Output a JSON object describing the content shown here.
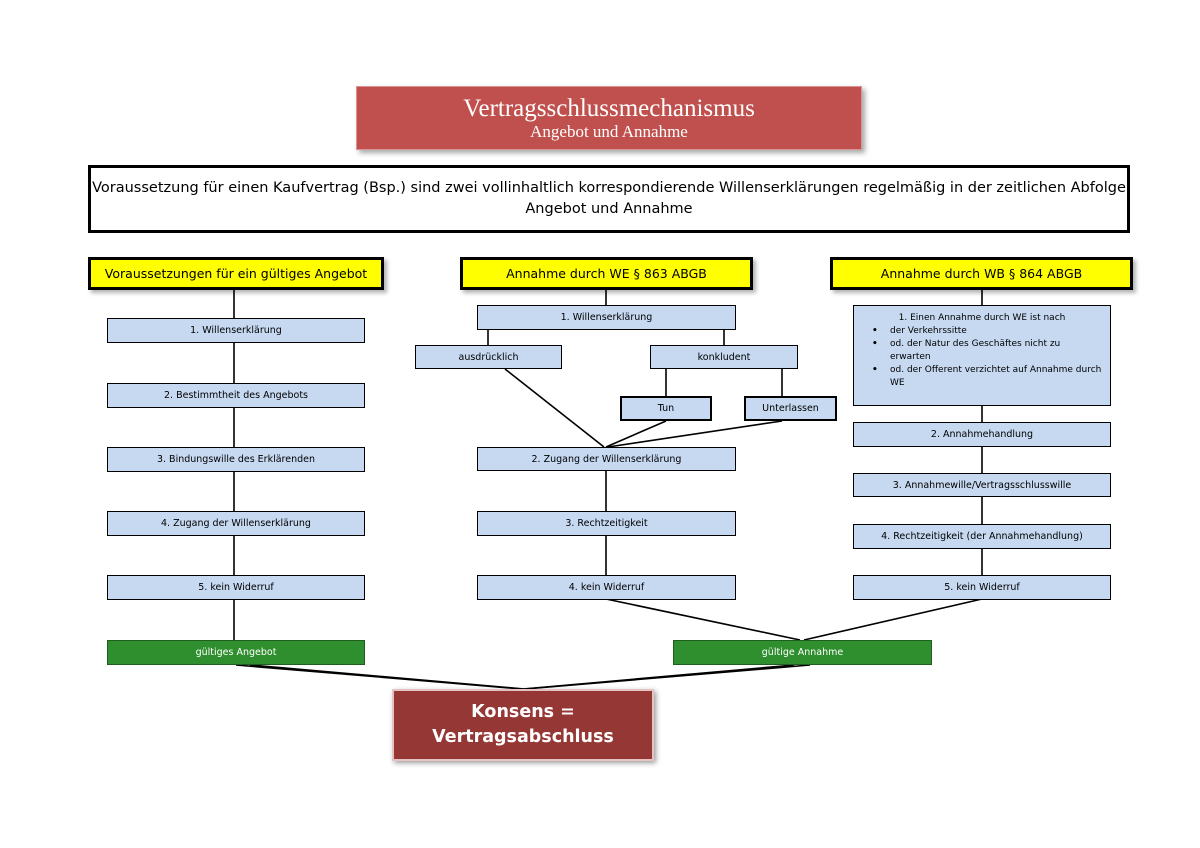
{
  "title": {
    "main": "Vertragsschlussmechanismus",
    "sub": "Angebot und Annahme"
  },
  "intro": {
    "line1": "Voraussetzung für einen Kaufvertrag (Bsp.) sind zwei vollinhaltlich korrespondierende Willenserklärungen regelmäßig in der zeitlichen Abfolge",
    "line2": "Angebot und Annahme"
  },
  "columns": {
    "left": {
      "header": "Voraussetzungen für ein gültiges Angebot",
      "items": [
        "1. Willenserklärung",
        "2. Bestimmtheit des Angebots",
        "3. Bindungswille des Erklärenden",
        "4. Zugang der Willenserklärung",
        "5. kein Widerruf"
      ],
      "result": "gültiges Angebot"
    },
    "middle": {
      "header": "Annahme durch WE § 863 ABGB",
      "item1": "1. Willenserklärung",
      "explicit": "ausdrücklich",
      "implied": "konkludent",
      "act": "Tun",
      "omission": "Unterlassen",
      "item2": "2. Zugang der Willenserklärung",
      "item3": "3. Rechtzeitigkeit",
      "item4": "4. kein Widerruf",
      "result": "gültige Annahme"
    },
    "right": {
      "header": "Annahme durch WB § 864 ABGB",
      "item1": {
        "head": "1. Einen Annahme durch WE ist nach",
        "bullets": [
          "der Verkehrssitte",
          "od. der Natur des Geschäftes nicht zu erwarten",
          "od. der Offerent verzichtet auf Annahme durch WE"
        ]
      },
      "items": [
        "2. Annahmehandlung",
        "3. Annahmewille/Vertragsschlusswille",
        "4. Rechtzeitigkeit (der Annahmehandlung)",
        "5. kein Widerruf"
      ]
    }
  },
  "consensus": {
    "line1": "Konsens =",
    "line2": "Vertragsabschluss"
  },
  "colors": {
    "title": "#c0504d",
    "header": "#ffff00",
    "step": "#c6d9f1",
    "result": "#2f8f2f",
    "consensus": "#953735"
  }
}
